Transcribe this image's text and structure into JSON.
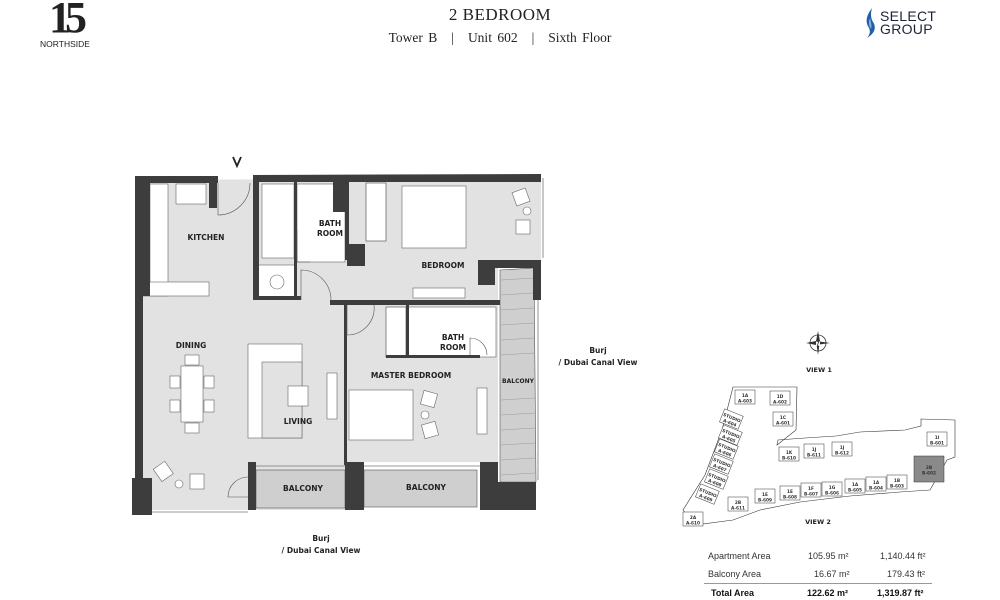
{
  "header": {
    "title": "2 BEDROOM",
    "tower": "Tower B",
    "unit": "Unit 602",
    "floor": "Sixth Floor",
    "separator": "|"
  },
  "brand": {
    "project_logo_number": "15",
    "project_logo_name": "NORTHSIDE",
    "developer_line1": "SELECT",
    "developer_line2": "GROUP"
  },
  "floorplan": {
    "rooms": {
      "kitchen": "KITCHEN",
      "bath1_l1": "BATH",
      "bath1_l2": "ROOM",
      "bedroom": "BEDROOM",
      "dining": "DINING",
      "living": "LIVING",
      "master_bedroom": "MASTER BEDROOM",
      "bath2_l1": "BATH",
      "bath2_l2": "ROOM",
      "balcony_side": "BALCONY",
      "balcony_1": "BALCONY",
      "balcony_2": "BALCONY"
    },
    "view_right_l1": "Burj",
    "view_right_l2": "/ Dubai Canal View",
    "view_bottom_l1": "Burj",
    "view_bottom_l2": "/ Dubai Canal View",
    "entrance_icon": "entrance-arrow-icon"
  },
  "keyplan": {
    "compass_label": "N",
    "view1": "VIEW 1",
    "view2": "VIEW 2",
    "highlight_color": "#8a8a8a",
    "units": [
      {
        "type": "1A",
        "no": "A-603"
      },
      {
        "type": "1D",
        "no": "A-602"
      },
      {
        "type": "1C",
        "no": "A-601"
      },
      {
        "type": "STUDIO",
        "no": "A-604"
      },
      {
        "type": "STUDIO",
        "no": "A-605"
      },
      {
        "type": "STUDIO",
        "no": "A-606"
      },
      {
        "type": "STUDIO",
        "no": "A-607"
      },
      {
        "type": "STUDIO",
        "no": "A-608"
      },
      {
        "type": "STUDIO",
        "no": "A-609"
      },
      {
        "type": "2A",
        "no": "A-610"
      },
      {
        "type": "2B",
        "no": "A-611"
      },
      {
        "type": "1K",
        "no": "B-610"
      },
      {
        "type": "1J",
        "no": "B-611"
      },
      {
        "type": "1J",
        "no": "B-612"
      },
      {
        "type": "1I",
        "no": "B-601"
      },
      {
        "type": "1E",
        "no": "B-609"
      },
      {
        "type": "1E",
        "no": "B-608"
      },
      {
        "type": "1F",
        "no": "B-607"
      },
      {
        "type": "1G",
        "no": "B-606"
      },
      {
        "type": "1A",
        "no": "B-605"
      },
      {
        "type": "1A",
        "no": "B-604"
      },
      {
        "type": "1B",
        "no": "B-603"
      },
      {
        "type": "2B",
        "no": "B-602",
        "highlighted": true
      }
    ]
  },
  "areas": {
    "rows": [
      {
        "label": "Apartment Area",
        "sqm": "105.95 m²",
        "sqft": "1,140.44 ft²"
      },
      {
        "label": "Balcony Area",
        "sqm": "16.67 m²",
        "sqft": "179.43 ft²"
      }
    ],
    "total": {
      "label": "Total Area",
      "sqm": "122.62 m²",
      "sqft": "1,319.87 ft²"
    }
  }
}
